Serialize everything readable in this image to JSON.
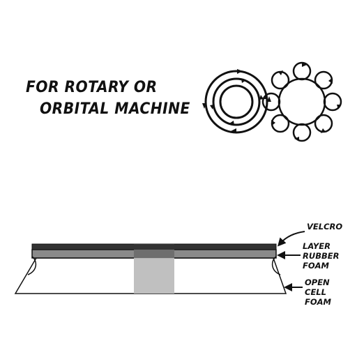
{
  "headline": {
    "line1": "FOR ROTARY OR",
    "line2": "ORBITAL MACHINE"
  },
  "icons": {
    "rotary": "rotary-motion-icon",
    "orbital": "orbital-motion-icon"
  },
  "callouts": {
    "velcro": "VELCRO",
    "layer": [
      "LAYER",
      "RUBBER",
      "FOAM"
    ],
    "open_cell": [
      "OPEN",
      "CELL",
      "FOAM"
    ]
  },
  "colors": {
    "ink": "#111111",
    "velcro": "#333333",
    "rubber": "#8a8a8a",
    "foam": "#ffffff",
    "core": "#bdbdbd"
  }
}
